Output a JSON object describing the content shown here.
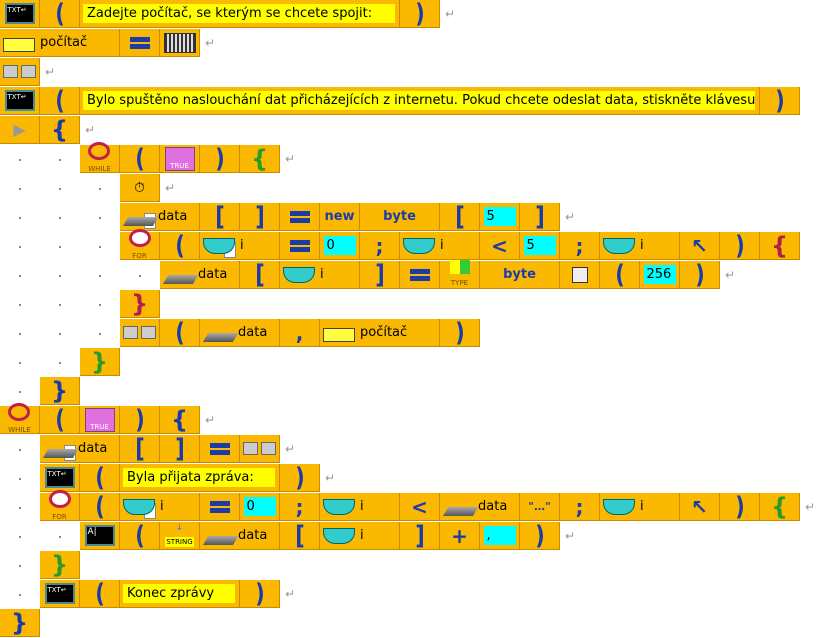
{
  "icon_labels": {
    "txt": "TXT↵",
    "while": "WHILE",
    "for": "FOR",
    "true": "TRUE",
    "type": "TYPE",
    "string": "STRING",
    "print": "A|",
    "return": "↵"
  },
  "colors": {
    "tile": "#fab800",
    "string": "#ffff00",
    "number": "#00ffff",
    "keyword": "#1a3caa"
  },
  "rows": [
    {
      "ret": true,
      "tokens": [
        {
          "k": "txt"
        },
        {
          "k": "pl"
        },
        {
          "k": "str",
          "t": "Zadejte počítač, se kterým se chcete spojit:"
        },
        {
          "k": "pr"
        }
      ]
    },
    {
      "ret": true,
      "tokens": [
        {
          "k": "var",
          "icon": "string",
          "t": "počítač"
        },
        {
          "k": "eq"
        },
        {
          "k": "keyboard"
        }
      ]
    },
    {
      "ret": true,
      "tokens": [
        {
          "k": "connect"
        }
      ]
    },
    {
      "ret": false,
      "tokens": [
        {
          "k": "txt"
        },
        {
          "k": "pl"
        },
        {
          "k": "str",
          "t": "Bylo spuštěno naslouchání dat přicházejících z internetu. Pokud chcete odeslat data, stiskněte klávesu"
        },
        {
          "k": "pr"
        }
      ]
    },
    {
      "ret": true,
      "tokens": [
        {
          "k": "run"
        },
        {
          "k": "brace",
          "t": "{",
          "c": "#1a3caa"
        }
      ]
    },
    {
      "ret": true,
      "tokens": [
        {
          "k": "while"
        },
        {
          "k": "pl"
        },
        {
          "k": "true"
        },
        {
          "k": "pr"
        },
        {
          "k": "brace",
          "t": "{",
          "c": "#2a9a2a"
        }
      ]
    },
    {
      "ret": true,
      "tokens": [
        {
          "k": "timer"
        }
      ]
    },
    {
      "ret": true,
      "tokens": [
        {
          "k": "var",
          "icon": "array",
          "decl": true,
          "t": "data"
        },
        {
          "k": "bl",
          "t": "["
        },
        {
          "k": "bl",
          "t": "]"
        },
        {
          "k": "eq"
        },
        {
          "k": "kw",
          "t": "new"
        },
        {
          "k": "kw",
          "t": "byte"
        },
        {
          "k": "bl",
          "t": "["
        },
        {
          "k": "num",
          "t": "5"
        },
        {
          "k": "bl",
          "t": "]"
        }
      ]
    },
    {
      "ret": false,
      "tokens": [
        {
          "k": "for"
        },
        {
          "k": "pl"
        },
        {
          "k": "var",
          "icon": "int",
          "decl": true,
          "t": "i"
        },
        {
          "k": "eq"
        },
        {
          "k": "num",
          "t": "0"
        },
        {
          "k": "op",
          "t": ";"
        },
        {
          "k": "var",
          "icon": "int",
          "t": "i"
        },
        {
          "k": "op",
          "t": "<"
        },
        {
          "k": "num",
          "t": "5"
        },
        {
          "k": "op",
          "t": ";"
        },
        {
          "k": "var",
          "icon": "int",
          "t": "i"
        },
        {
          "k": "op",
          "t": "↖"
        },
        {
          "k": "pr"
        },
        {
          "k": "brace",
          "t": "{",
          "c": "#b0204a"
        }
      ]
    },
    {
      "ret": true,
      "tokens": [
        {
          "k": "var",
          "icon": "array",
          "t": "data"
        },
        {
          "k": "bl",
          "t": "["
        },
        {
          "k": "var",
          "icon": "int",
          "t": "i"
        },
        {
          "k": "bl",
          "t": "]"
        },
        {
          "k": "eq"
        },
        {
          "k": "type"
        },
        {
          "k": "kw",
          "t": "byte"
        },
        {
          "k": "dice"
        },
        {
          "k": "pl"
        },
        {
          "k": "num",
          "t": "256"
        },
        {
          "k": "pr"
        }
      ]
    },
    {
      "ret": false,
      "tokens": [
        {
          "k": "brace",
          "t": "}",
          "c": "#b0204a"
        }
      ]
    },
    {
      "ret": false,
      "tokens": [
        {
          "k": "send"
        },
        {
          "k": "pl"
        },
        {
          "k": "var",
          "icon": "array",
          "t": "data"
        },
        {
          "k": "op",
          "t": ","
        },
        {
          "k": "var",
          "icon": "string",
          "t": "počítač"
        },
        {
          "k": "pr"
        }
      ]
    },
    {
      "ret": false,
      "tokens": [
        {
          "k": "brace",
          "t": "}",
          "c": "#2a9a2a"
        }
      ]
    },
    {
      "ret": false,
      "tokens": [
        {
          "k": "brace",
          "t": "}",
          "c": "#1a3caa"
        }
      ]
    },
    {
      "ret": true,
      "tokens": [
        {
          "k": "while"
        },
        {
          "k": "pl"
        },
        {
          "k": "true"
        },
        {
          "k": "pr"
        },
        {
          "k": "brace",
          "t": "{",
          "c": "#1a3caa"
        }
      ]
    },
    {
      "ret": true,
      "tokens": [
        {
          "k": "var",
          "icon": "array",
          "decl": true,
          "t": "data"
        },
        {
          "k": "bl",
          "t": "["
        },
        {
          "k": "bl",
          "t": "]"
        },
        {
          "k": "eq"
        },
        {
          "k": "receive"
        }
      ]
    },
    {
      "ret": true,
      "tokens": [
        {
          "k": "txt"
        },
        {
          "k": "pl"
        },
        {
          "k": "str",
          "t": "Byla přijata zpráva:"
        },
        {
          "k": "pr"
        }
      ]
    },
    {
      "ret": true,
      "tokens": [
        {
          "k": "for"
        },
        {
          "k": "pl"
        },
        {
          "k": "var",
          "icon": "int",
          "decl": true,
          "t": "i"
        },
        {
          "k": "eq"
        },
        {
          "k": "num",
          "t": "0"
        },
        {
          "k": "op",
          "t": ";"
        },
        {
          "k": "var",
          "icon": "int",
          "t": "i"
        },
        {
          "k": "op",
          "t": "<"
        },
        {
          "k": "var",
          "icon": "array",
          "t": "data"
        },
        {
          "k": "length"
        },
        {
          "k": "op",
          "t": ";"
        },
        {
          "k": "var",
          "icon": "int",
          "t": "i"
        },
        {
          "k": "op",
          "t": "↖"
        },
        {
          "k": "pr"
        },
        {
          "k": "brace",
          "t": "{",
          "c": "#2a9a2a"
        }
      ]
    },
    {
      "ret": true,
      "tokens": [
        {
          "k": "print"
        },
        {
          "k": "pl"
        },
        {
          "k": "tostring"
        },
        {
          "k": "var",
          "icon": "array",
          "t": "data"
        },
        {
          "k": "bl",
          "t": "["
        },
        {
          "k": "var",
          "icon": "int",
          "t": "i"
        },
        {
          "k": "bl",
          "t": "]"
        },
        {
          "k": "op",
          "t": "+"
        },
        {
          "k": "num",
          "t": ","
        },
        {
          "k": "pr"
        }
      ]
    },
    {
      "ret": false,
      "tokens": [
        {
          "k": "brace",
          "t": "}",
          "c": "#2a9a2a"
        }
      ]
    },
    {
      "ret": true,
      "tokens": [
        {
          "k": "txt"
        },
        {
          "k": "pl"
        },
        {
          "k": "str",
          "t": "Konec zprávy"
        },
        {
          "k": "pr"
        }
      ]
    },
    {
      "ret": false,
      "tokens": [
        {
          "k": "brace",
          "t": "}",
          "c": "#1a3caa"
        }
      ]
    }
  ]
}
